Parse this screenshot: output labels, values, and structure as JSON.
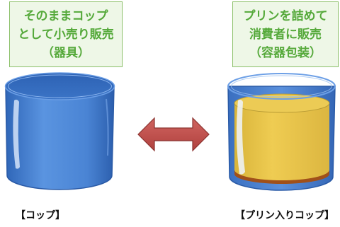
{
  "left_item": {
    "label_lines": [
      "そのままコップ",
      "として小売り販売",
      "（器具）"
    ],
    "caption": "【コップ】"
  },
  "right_item": {
    "label_lines": [
      "プリンを詰めて",
      "消費者に販売",
      "（容器包装）"
    ],
    "caption": "【プリン入りコップ】"
  },
  "colors": {
    "label_background": "#eef7e7",
    "label_border": "#8cc06a",
    "label_text": "#55a93a",
    "cup_blue": "#4f88d8",
    "pudding_yellow": "#e8c24a",
    "caramel": "#a0501a",
    "arrow_red": "#c0504d"
  }
}
